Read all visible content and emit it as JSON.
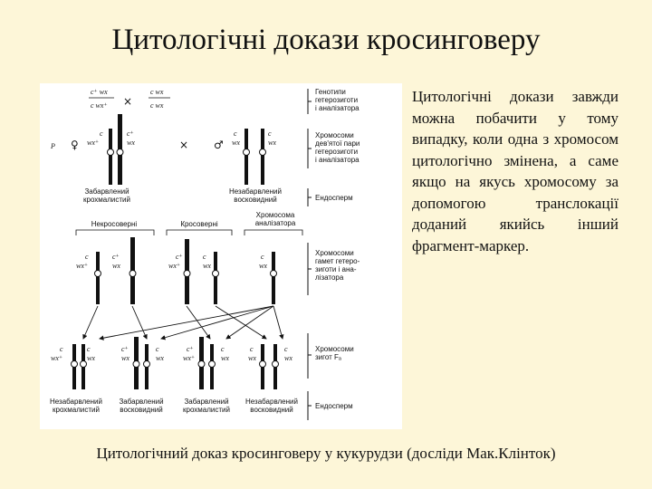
{
  "title": "Цитологічні докази кросинговеру",
  "description": "Цитологічні докази завжди можна побачити у тому випадку, коли одна з хромосом цитологічно змінена, а саме якщо на якусь хромосому за допомогою транслокації доданий якийсь інший фрагмент-маркер.",
  "caption": "Цитологічний доказ кросинговеру у кукурудзи (досліди Мак.Клінток)",
  "figure": {
    "generation_p": "P",
    "female_symbol": "♀",
    "male_symbol": "♂",
    "cross_symbol": "×",
    "genotype_female": "c⁺ wx / c wx⁺",
    "genotype_male": "c wx / c wx",
    "labels": {
      "right_genotypes": "Генотипи гетерозиготи і аналізатора",
      "right_chromosomes_pair": "Хромосоми дев'ятої пари гетерозиготи і аналізатора",
      "right_endosperm_top": "Ендосперм",
      "right_gamete_chromosomes": "Хромосоми гамет гетерозиготи і аналізатора",
      "right_zygote_chromosomes": "Хромосоми зигот Fₐ",
      "right_endosperm_bottom": "Ендосперм",
      "left_endosperm": "Забарвлений крохмалистий",
      "right_endosperm": "Незабарвлений восковидний",
      "noncrossover": "Некросоверні",
      "crossover": "Кросоверні",
      "analyzer_chromosome": "Хромосома аналізатора"
    },
    "gene_labels": {
      "c": "c",
      "c_plus": "c⁺",
      "wx": "wx",
      "wx_plus": "wx⁺"
    },
    "offspring": [
      "Незабарвлений крохмалистий",
      "Забарвлений восковидний",
      "Забарвлений крохмалистий",
      "Незабарвлений восковидний"
    ]
  }
}
